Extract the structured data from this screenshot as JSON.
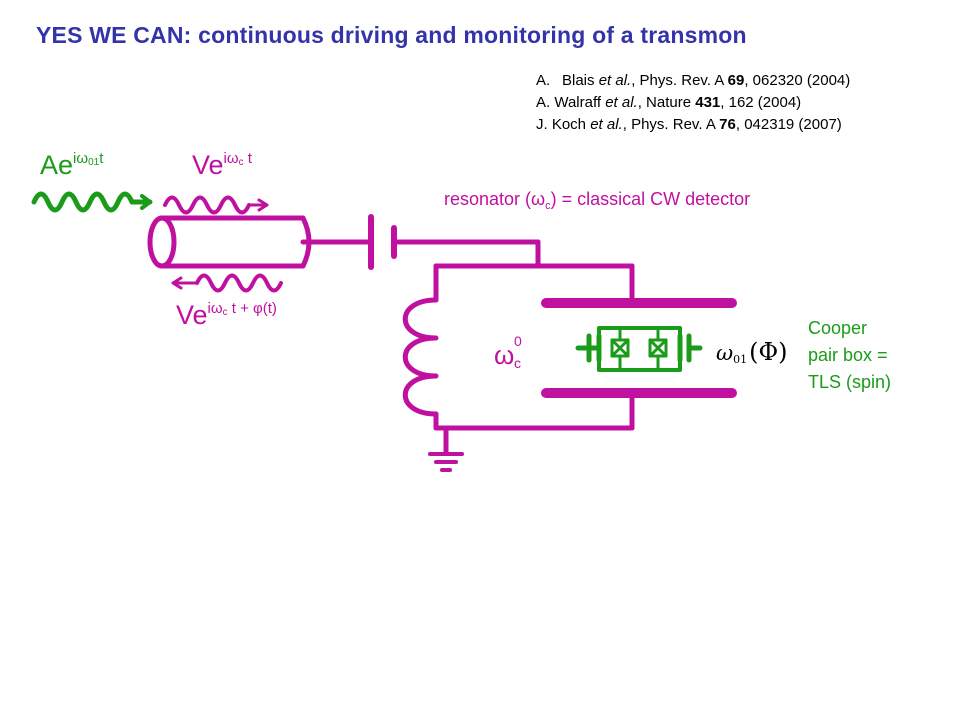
{
  "title": "YES WE CAN: continuous driving and monitoring of a transmon",
  "references": [
    {
      "marker": "A.",
      "authors": "Blais ",
      "etal": "et al.",
      "journal": ", Phys. Rev. A ",
      "volume": "69",
      "rest": ", 062320 (2004)"
    },
    {
      "marker": "",
      "authors": "A. Walraff ",
      "etal": "et al.",
      "journal": ", Nature ",
      "volume": "431",
      "rest": ", 162 (2004)"
    },
    {
      "marker": "",
      "authors": "J. Koch ",
      "etal": "et al.",
      "journal": ", Phys. Rev. A ",
      "volume": "76",
      "rest": ", 042319 (2007)"
    }
  ],
  "drive_label": {
    "base": "Ae",
    "exponent": "iω",
    "sub": "01",
    "tail": "t"
  },
  "probe_label": {
    "base": "Ve",
    "exponent": "iω",
    "sub": "c",
    "tail": " t"
  },
  "reflected_label": {
    "base": "Ve",
    "exponent": "iω",
    "sub": "c",
    "tail": " t + φ(t)"
  },
  "resonator": {
    "prefix": "resonator (",
    "omega": "ω",
    "sub": "c",
    "suffix": ") = classical CW detector"
  },
  "lc_freq": {
    "symbol": "ω",
    "sup": "0",
    "sub": "c"
  },
  "qubit_freq": {
    "symbol": "ω",
    "sub": "01",
    "arg": "(Φ)"
  },
  "cpb": {
    "line1": "Cooper",
    "line2": "pair box =",
    "line3": "TLS (spin)"
  },
  "colors": {
    "title": "#3333aa",
    "magenta": "#c010a0",
    "green": "#1a9c1a"
  }
}
